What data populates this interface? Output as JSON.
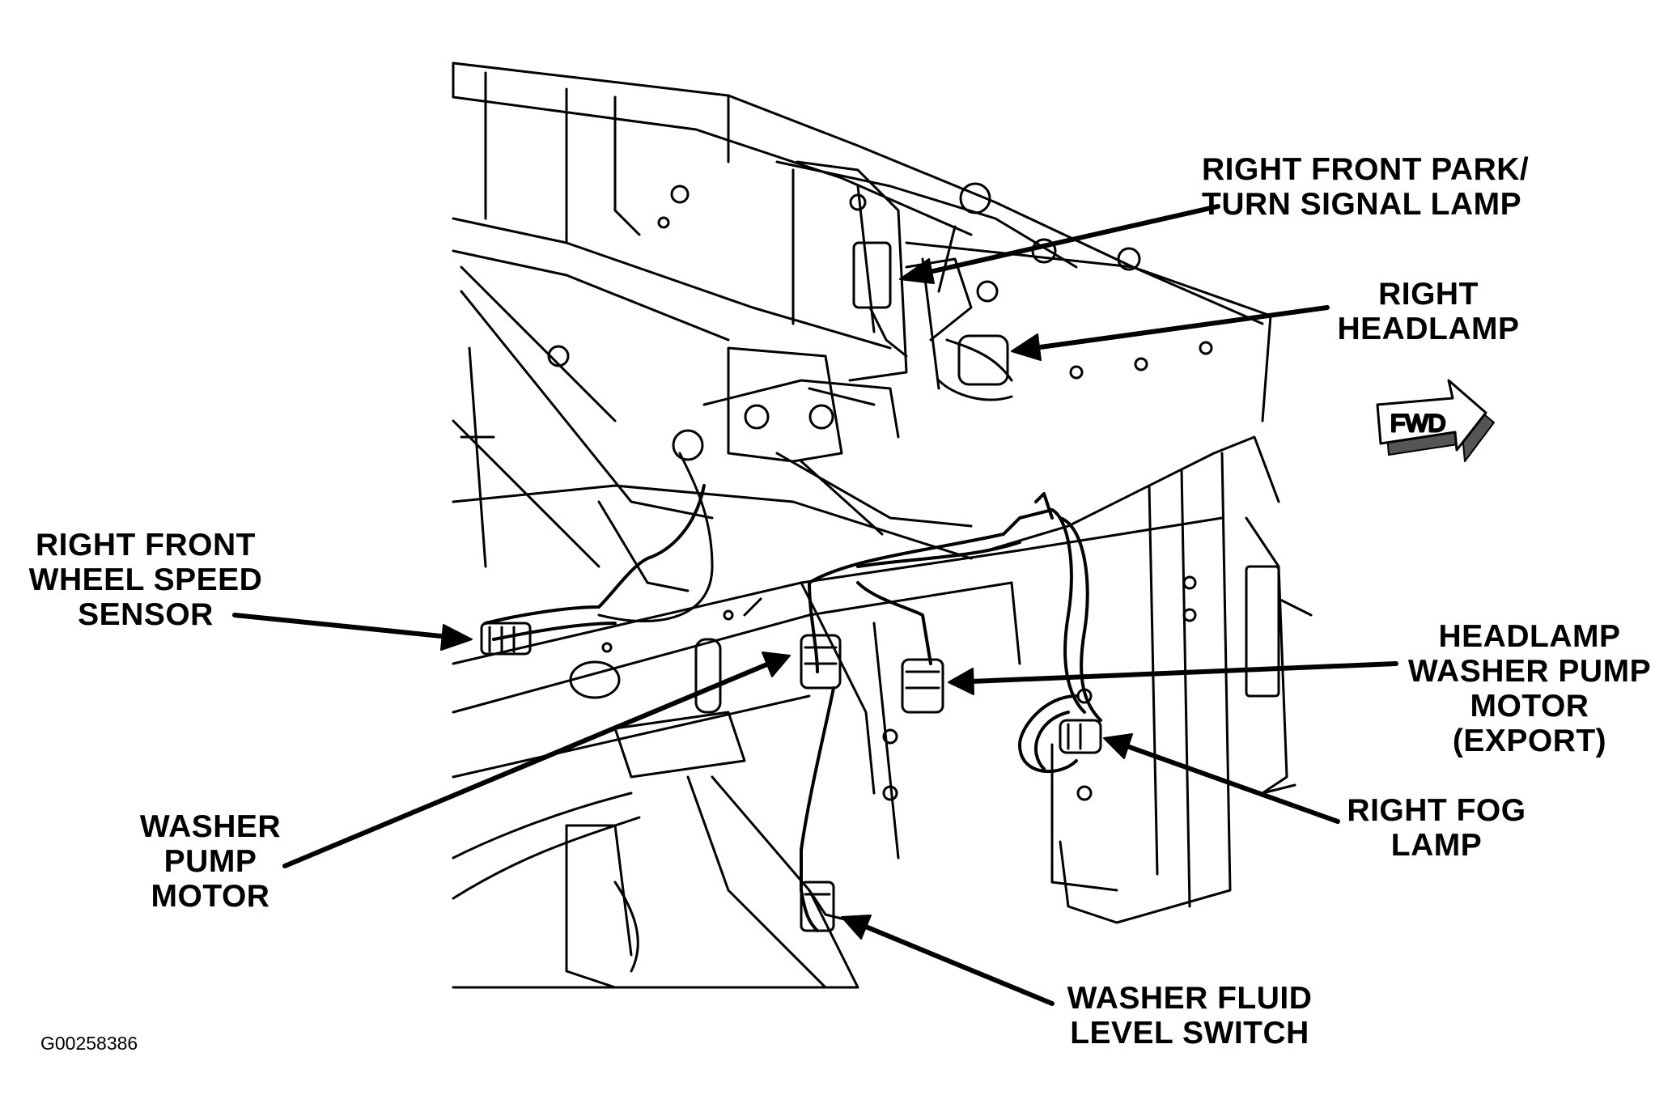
{
  "figure_id": "G00258386",
  "direction_badge": "FWD",
  "callouts": {
    "park_turn_lamp": [
      "RIGHT FRONT PARK/",
      "TURN SIGNAL LAMP"
    ],
    "headlamp": [
      "RIGHT",
      "HEADLAMP"
    ],
    "wheel_speed_sensor": [
      "RIGHT FRONT",
      "WHEEL SPEED",
      "SENSOR"
    ],
    "headlamp_washer_pump": [
      "HEADLAMP",
      "WASHER PUMP",
      "MOTOR",
      "(EXPORT)"
    ],
    "washer_pump_motor": [
      "WASHER",
      "PUMP",
      "MOTOR"
    ],
    "fog_lamp": [
      "RIGHT FOG",
      "LAMP"
    ],
    "washer_fluid_switch": [
      "WASHER FLUID",
      "LEVEL SWITCH"
    ]
  },
  "colors": {
    "ink": "#000000",
    "paper": "#ffffff",
    "badge_shadow": "#555555"
  }
}
